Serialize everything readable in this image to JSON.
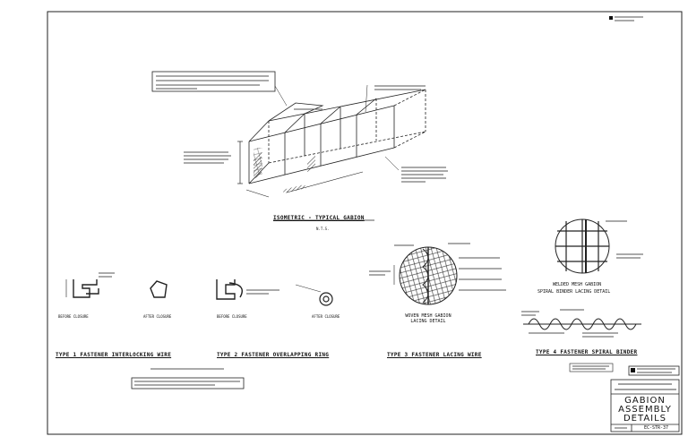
{
  "sheet": {
    "note_top_right": "",
    "isometric": {
      "title": "ISOMETRIC - TYPICAL GABION",
      "subtitle": "N.T.S."
    },
    "type1": {
      "title": "TYPE 1 FASTENER INTERLOCKING WIRE",
      "before": "BEFORE CLOSURE",
      "after": "AFTER CLOSURE"
    },
    "type2": {
      "title": "TYPE 2 FASTENER OVERLAPPING RING",
      "before": "BEFORE CLOSURE",
      "after": "AFTER CLOSURE"
    },
    "type3": {
      "title": "TYPE 3 FASTENER LACING WIRE",
      "caption": "WOVEN MESH GABION LACING DETAIL"
    },
    "type4": {
      "title": "TYPE 4 FASTENER SPIRAL BINDER",
      "caption_line1": "WELDED MESH GABION",
      "caption_line2": "SPIRAL BINDER LACING DETAIL"
    },
    "title_block": {
      "line1": "GABION",
      "line2": "ASSEMBLY",
      "line3": "DETAILS",
      "sheet_no": "EC-STR-37"
    }
  }
}
